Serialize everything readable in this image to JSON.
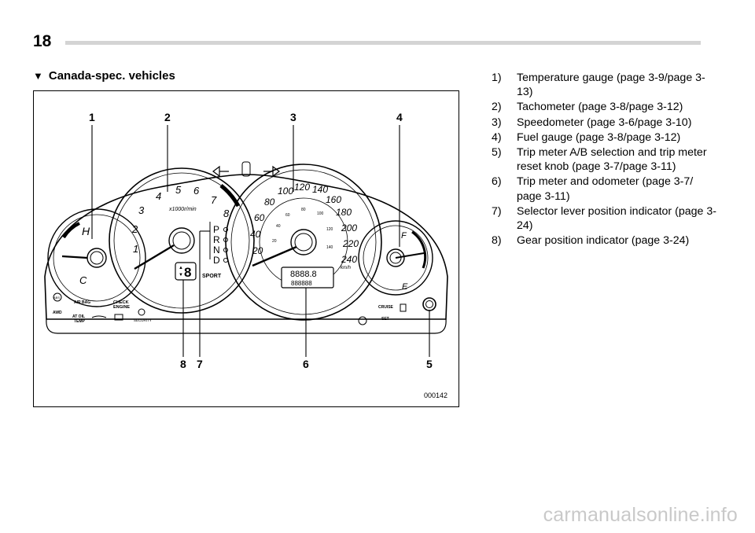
{
  "page": {
    "number": "18"
  },
  "section": {
    "marker": "▼",
    "title": "Canada-spec. vehicles"
  },
  "figure": {
    "code": "000142",
    "callouts": [
      "1",
      "2",
      "3",
      "4",
      "5",
      "6",
      "7",
      "8"
    ],
    "tachometer": {
      "ticks": [
        "1",
        "2",
        "3",
        "4",
        "5",
        "6",
        "7",
        "8"
      ],
      "unit": "x1000r/min",
      "gear_positions": [
        "P",
        "R",
        "N",
        "D"
      ],
      "sport_label": "SPORT",
      "gear_digit": "8"
    },
    "speedometer": {
      "outer_ticks": [
        "20",
        "40",
        "60",
        "80",
        "100",
        "120",
        "140",
        "160",
        "180",
        "200",
        "220",
        "240"
      ],
      "inner_ticks": [
        "20",
        "40",
        "60",
        "80",
        "100",
        "120",
        "140"
      ],
      "unit": "km/h",
      "display_top": "8888.8",
      "display_bottom": "888888"
    },
    "temp_gauge": {
      "high": "H",
      "low": "C"
    },
    "fuel_gauge": {
      "full": "F",
      "empty": "E"
    },
    "warning_labels": {
      "air_bag": "AIR BAG",
      "check": "CHECK",
      "engine": "ENGINE",
      "awd": "AWD",
      "at_oil": "AT OIL",
      "temp": "TEMP",
      "security": "SECURITY",
      "cruise": "CRUISE",
      "set": "SET",
      "abs": "ABS"
    }
  },
  "legend": [
    {
      "num": "1)",
      "text": "Temperature gauge (page 3-9/page 3-13)"
    },
    {
      "num": "2)",
      "text": "Tachometer (page 3-8/page 3-12)"
    },
    {
      "num": "3)",
      "text": "Speedometer (page 3-6/page 3-10)"
    },
    {
      "num": "4)",
      "text": "Fuel gauge (page 3-8/page 3-12)"
    },
    {
      "num": "5)",
      "text": "Trip meter A/B selection and trip meter reset knob (page 3-7/page 3-11)"
    },
    {
      "num": "6)",
      "text": "Trip meter and odometer (page 3-7/ page 3-11)"
    },
    {
      "num": "7)",
      "text": "Selector lever position indicator (page 3-24)"
    },
    {
      "num": "8)",
      "text": "Gear position indicator (page 3-24)"
    }
  ],
  "watermark": "carmanualsonline.info"
}
